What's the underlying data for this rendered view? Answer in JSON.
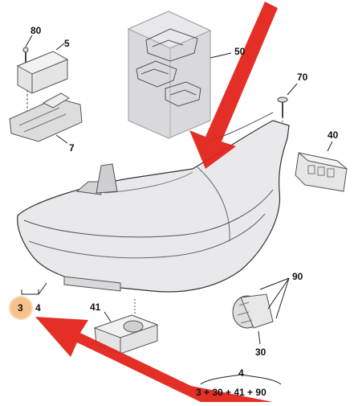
{
  "labels": {
    "p80": "80",
    "p5": "5",
    "p7": "7",
    "p50": "50",
    "p70": "70",
    "p40": "40",
    "p90": "90",
    "p41": "41",
    "p30": "30",
    "p3": "3",
    "p4_left": "4",
    "p4_bottom": "4"
  },
  "formula": "3 + 30 + 41 + 90",
  "colors": {
    "arrow": "#e3241b",
    "highlight": "#f6c28a",
    "inset_box": "#cfcfd4",
    "line": "#222222"
  }
}
